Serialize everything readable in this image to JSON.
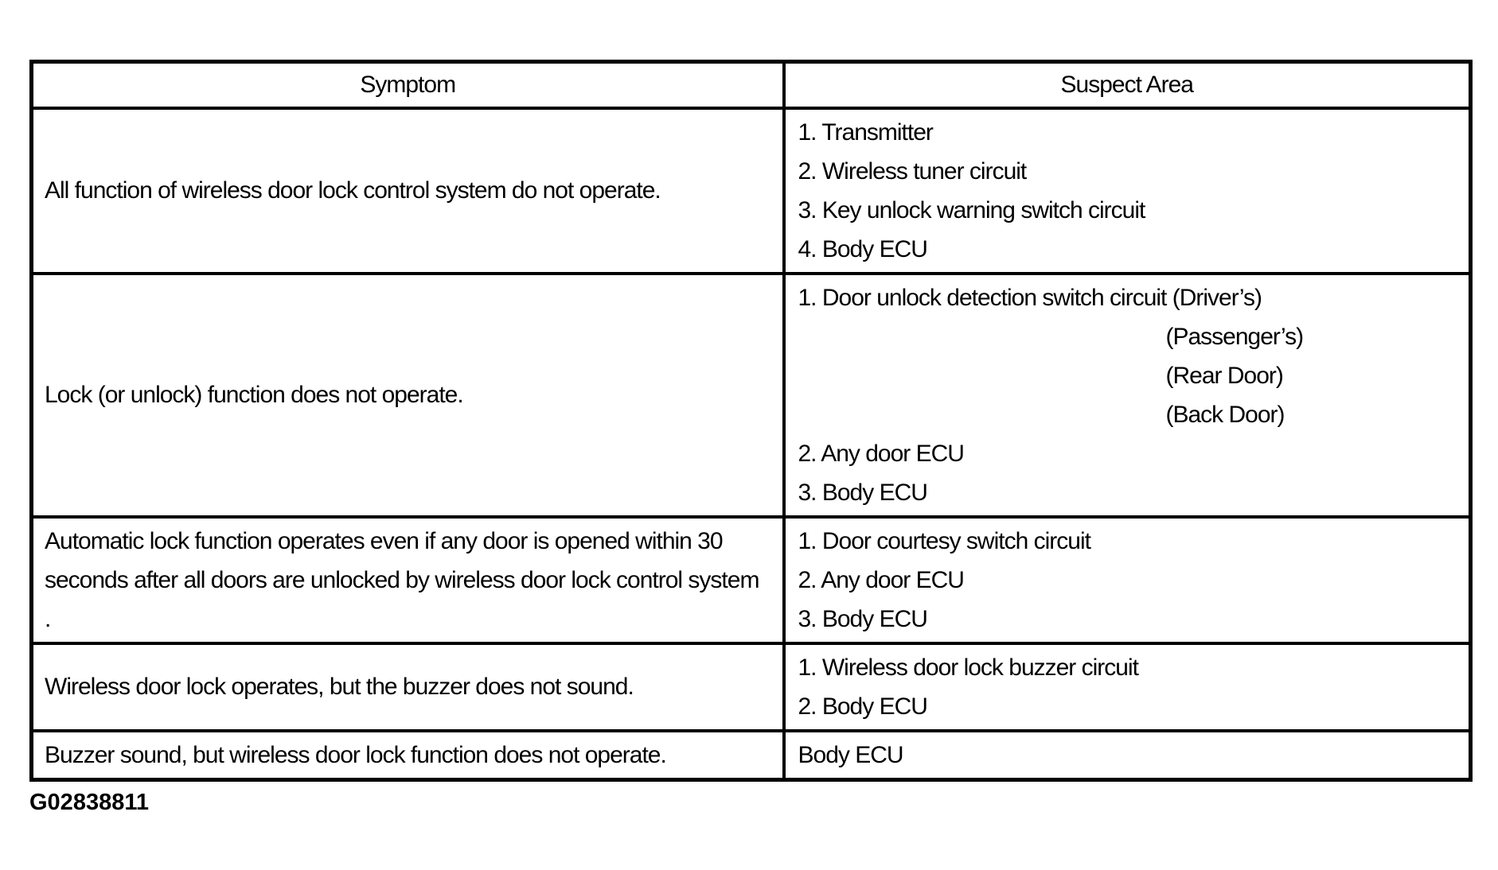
{
  "table": {
    "headers": [
      "Symptom",
      "Suspect Area"
    ],
    "rows": [
      {
        "symptom": "All function of wireless door lock control system do not operate.",
        "suspects": [
          "1. Transmitter",
          "2. Wireless tuner circuit",
          "3. Key unlock warning switch circuit",
          "4. Body ECU"
        ]
      },
      {
        "symptom": "Lock (or unlock) function does not operate.",
        "suspects": [
          "1. Door unlock detection switch circuit (Driver’s)",
          "(Passenger’s)",
          "(Rear Door)",
          "(Back Door)",
          "2. Any door ECU",
          "3. Body ECU"
        ]
      },
      {
        "symptom": "Automatic lock function operates even if any door is opened within 30 seconds after all doors are unlocked by wireless door lock control system .",
        "suspects": [
          "1. Door courtesy switch circuit",
          "2. Any door ECU",
          "3. Body ECU"
        ]
      },
      {
        "symptom": "Wireless door lock operates, but the buzzer does not sound.",
        "suspects": [
          "1. Wireless door lock buzzer circuit",
          "2. Body ECU"
        ]
      },
      {
        "symptom": "Buzzer sound, but wireless door lock function does not operate.",
        "suspects": [
          "Body ECU"
        ]
      }
    ]
  },
  "figure_id": "G02838811",
  "colors": {
    "background": "#ffffff",
    "text": "#000000",
    "border": "#000000"
  }
}
